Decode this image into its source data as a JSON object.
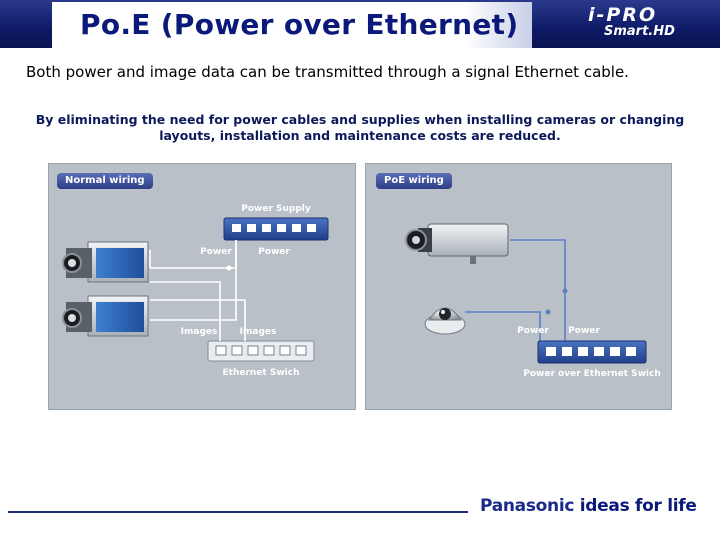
{
  "header": {
    "title": "Po.E (Power over Ethernet)",
    "logo_main": "i-PRO",
    "logo_sub": "Smart.HD"
  },
  "subtitle": "Both power and image data can be transmitted through a signal Ethernet cable.",
  "description": {
    "line1": "By eliminating the need for power cables and supplies when installing cameras or changing",
    "line2": "layouts, installation and maintenance costs are reduced."
  },
  "normal_wiring": {
    "tag": "Normal wiring",
    "power_supply": "Power Supply",
    "power_left": "Power",
    "power_right": "Power",
    "images_left": "Images",
    "images_right": "Images",
    "switch": "Ethernet Swich"
  },
  "poe_wiring": {
    "tag": "PoE wiring",
    "power_left": "Power",
    "power_right": "Power",
    "switch": "Power over Ethernet Swich"
  },
  "footer": {
    "brand": "Panasonic",
    "tagline": "ideas for life"
  },
  "colors": {
    "header_blue": "#0e1a66",
    "title_blue": "#0b1a7a",
    "panel_gray": "#b9c0c7",
    "switch_blue": "#2f5aa8",
    "line_blue": "#5b7fc7"
  },
  "icons": [
    "box-camera-icon",
    "dome-camera-icon",
    "power-supply-icon",
    "ethernet-switch-icon"
  ]
}
